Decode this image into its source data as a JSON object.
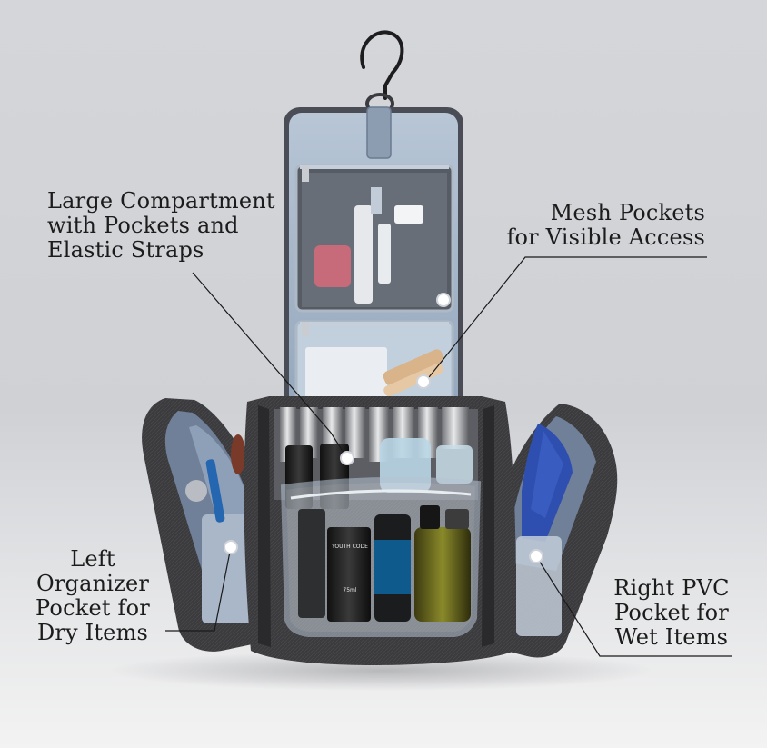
{
  "callouts": {
    "large_compartment": "Large Compartment\nwith Pockets and\nElastic Straps",
    "mesh_pockets": "Mesh Pockets\nfor Visible Access",
    "left_organizer": "Left Organizer\nPocket for\nDry Items",
    "right_pvc": "Right PVC\nPocket for\nWet Items"
  },
  "product_labels": {
    "bottle_brand": "YOUTH CODE",
    "bottle_volume": "75ml"
  },
  "colors": {
    "background": "#d2d4d8",
    "bag_body": "#3a3a3d",
    "lining": "#9fb1c7",
    "towel": "#2f4fb0",
    "leader_line": "#1a1a1a"
  },
  "icons": [
    "hanger-icon",
    "pointer-dot-icon"
  ]
}
